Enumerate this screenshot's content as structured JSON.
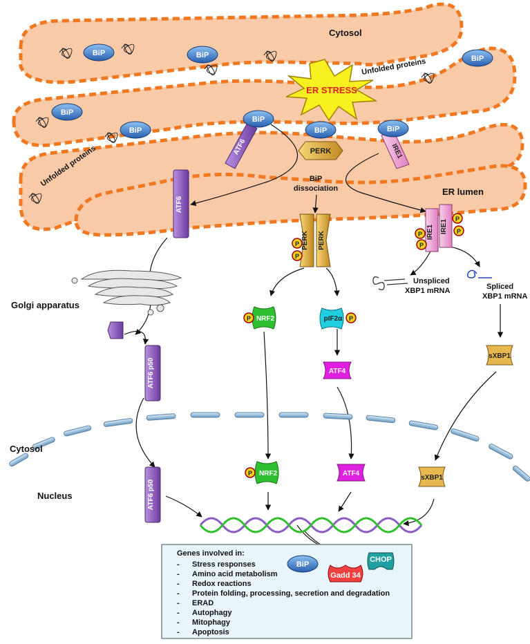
{
  "labels": {
    "cytosol_top": "Cytosol",
    "unfolded_proteins_right": "Unfolded proteins",
    "unfolded_proteins_left": "Unfolded proteins",
    "er_stress": "ER STRESS",
    "er_lumen": "ER lumen",
    "bip_dissociation_1": "BiP",
    "bip_dissociation_2": "dissociation",
    "golgi": "Golgi apparatus",
    "unspliced_1": "Unspliced",
    "unspliced_2": "XBP1 mRNA",
    "spliced_1": "Spliced",
    "spliced_2": "XBP1 mRNA",
    "cytosol_bottom": "Cytosol",
    "nucleus": "Nucleus"
  },
  "molecules": {
    "bip": "BiP",
    "atf6": "ATF6",
    "perk": "PERK",
    "ire1": "IRE1",
    "p": "P",
    "nrf2": "NRF2",
    "peif2a": "pIF2α",
    "atf4": "ATF4",
    "sxbp1": "sXBP1",
    "atf6_p50": "ATF6 p50",
    "chop": "CHOP",
    "gadd34": "Gadd 34"
  },
  "genes_box": {
    "title": "Genes involved in:",
    "items": [
      "Stress responses",
      "Amino acid metabolism",
      "Redox reactions",
      "Protein folding, processing, secretion and degradation",
      "ERAD",
      "Autophagy",
      "Mitophagy",
      "Apoptosis"
    ]
  },
  "colors": {
    "er_fill": "#f8c8a8",
    "er_dash": "#f07820",
    "bip": "#3c78c8",
    "atf6": "#8c5cc0",
    "perk": "#e8b840",
    "ire1": "#f0a8d8",
    "nrf2": "#30c030",
    "eif2a": "#20d0e0",
    "atf4": "#e020e0",
    "sxbp1": "#e8b850",
    "phospho": "#f0d020",
    "chop": "#20a0a0",
    "gadd34": "#f04040",
    "nucleus_membrane": "#8cb4d8",
    "gene_box_fill": "#e8f6fc",
    "er_stress_fill": "#f8f020",
    "er_stress_text": "#e02020"
  }
}
